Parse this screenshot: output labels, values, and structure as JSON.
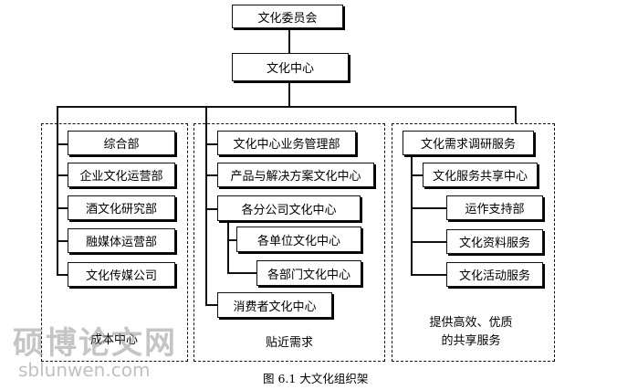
{
  "top": {
    "committee": "文化委员会",
    "center": "文化中心"
  },
  "groups": [
    {
      "items": [
        "综合部",
        "企业文化运营部",
        "酒文化研究部",
        "融媒体运营部",
        "文化传媒公司"
      ],
      "label": "成本中心"
    },
    {
      "items": [
        "文化中心业务管理部",
        "产品与解决方案文化中心",
        "各分公司文化中心",
        "各单位文化中心",
        "各部门文化中心",
        "消费者文化中心"
      ],
      "label": "贴近需求"
    },
    {
      "items": [
        "文化需求调研服务",
        "文化服务共享中心",
        "运作支持部",
        "文化资料服务",
        "文化活动服务"
      ],
      "label_line1": "提供高效、优质",
      "label_line2": "的共享服务"
    }
  ],
  "caption": "图 6.1  大文化组织架",
  "watermark": {
    "main": "硕博论文网",
    "url": "sblunwen.com"
  }
}
